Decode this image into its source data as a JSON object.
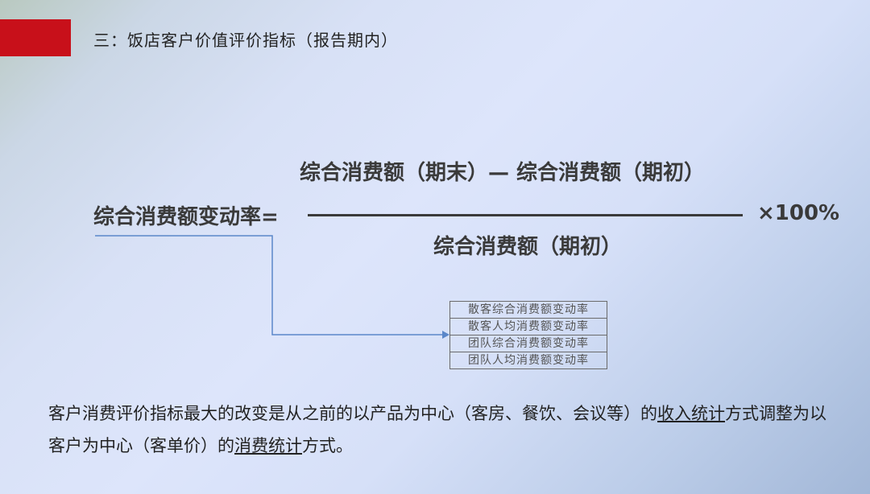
{
  "header": {
    "title": "三：饭店客户价值评价指标（报告期内）"
  },
  "formula": {
    "label": "综合消费额变动率=",
    "numerator": "综合消费额（期末）— 综合消费额（期初）",
    "denominator": "综合消费额（期初）",
    "multiplier": "×100%"
  },
  "sub_indicators": [
    "散客综合消费额变动率",
    "散客人均消费额变动率",
    "团队综合消费额变动率",
    "团队人均消费额变动率"
  ],
  "paragraph": {
    "part1": "客户消费评价指标最大的改变是从之前的以产品为中心（客房、餐饮、会议等）的",
    "underline1": "收入统计",
    "part2": "方式调整为以客户为中心（客单价）的",
    "underline2": "消费统计",
    "part3": "方式。"
  },
  "colors": {
    "accent_red": "#c8101a",
    "connector_blue": "#5b87c9"
  }
}
